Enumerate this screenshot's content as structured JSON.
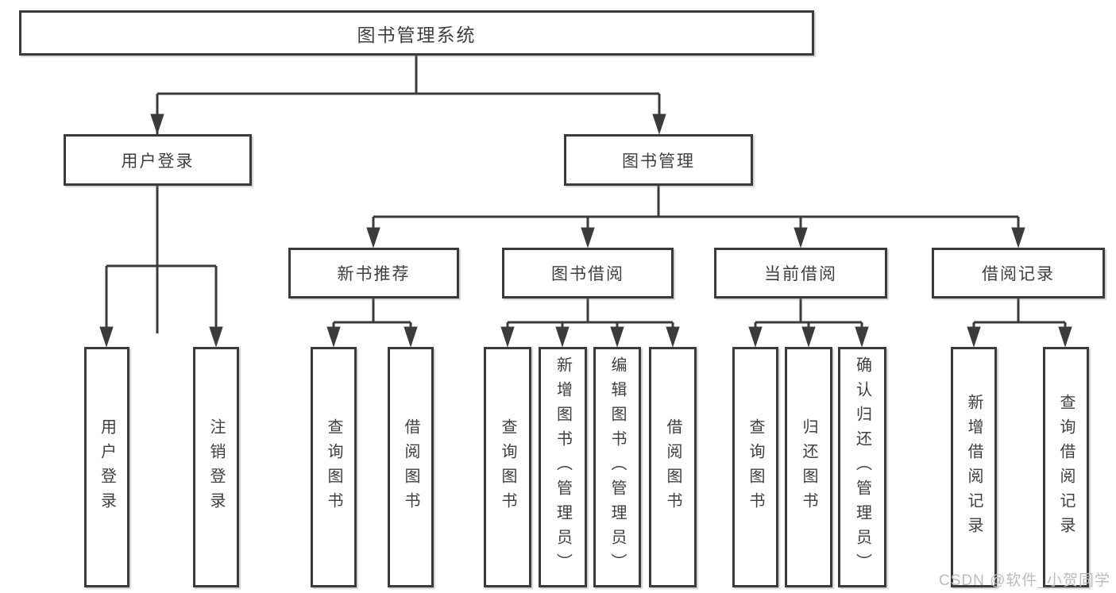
{
  "tree": {
    "root": {
      "label": "图书管理系统"
    },
    "children": [
      {
        "label": "用户登录",
        "children": [
          {
            "label": "用户登录"
          },
          {
            "label": "注销登录"
          }
        ]
      },
      {
        "label": "图书管理",
        "children": [
          {
            "label": "新书推荐",
            "children": [
              {
                "label": "查询图书"
              },
              {
                "label": "借阅图书"
              }
            ]
          },
          {
            "label": "图书借阅",
            "children": [
              {
                "label": "查询图书"
              },
              {
                "label": "新增图书（管理员）"
              },
              {
                "label": "编辑图书（管理员）"
              },
              {
                "label": "借阅图书"
              }
            ]
          },
          {
            "label": "当前借阅",
            "children": [
              {
                "label": "查询图书"
              },
              {
                "label": "归还图书"
              },
              {
                "label": "确认归还（管理员）"
              }
            ]
          },
          {
            "label": "借阅记录",
            "children": [
              {
                "label": "新增借阅记录"
              },
              {
                "label": "查询借阅记录"
              }
            ]
          }
        ]
      }
    ]
  },
  "watermark": "CSDN @软件_小贺同学",
  "colors": {
    "line": "#3b3b3b",
    "text": "#3f3f3f",
    "background": "#ffffff",
    "watermark": "#bcbcbc"
  }
}
